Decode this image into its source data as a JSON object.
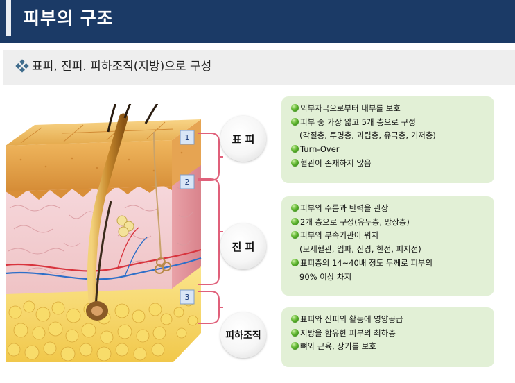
{
  "header": {
    "title": "피부의 구조"
  },
  "subtitle": {
    "text": "표피, 진피. 피하조직(지방)으로 구성"
  },
  "diagram": {
    "markers": [
      "1",
      "2",
      "3"
    ]
  },
  "layers": [
    {
      "name": "표 피",
      "items": [
        {
          "text": "외부자극으로부터 내부를 보호",
          "bullet": true
        },
        {
          "text": "피부 중 가장 얇고 5개 층으로 구성",
          "bullet": true
        },
        {
          "text": "(각질층, 투명층, 과립층, 유극층, 기저층)",
          "bullet": false
        },
        {
          "text": "Turn-Over",
          "bullet": true
        },
        {
          "text": "혈관이 존재하지 않음",
          "bullet": true
        }
      ]
    },
    {
      "name": "진 피",
      "items": [
        {
          "text": "피부의 주름과 탄력을 관장",
          "bullet": true
        },
        {
          "text": "2개 층으로 구성(유두층, 망상층)",
          "bullet": true
        },
        {
          "text": "피부의 부속기관이 위치",
          "bullet": true
        },
        {
          "text": "(모세혈관, 임파, 신경, 한선, 피지선)",
          "bullet": false
        },
        {
          "text": "표피층의 14~40배 정도 두께로 피부의",
          "bullet": true
        },
        {
          "text": "90% 이상 차지",
          "bullet": false
        }
      ]
    },
    {
      "name": "피하조직",
      "items": [
        {
          "text": "표피와 진피의 활동에 영양공급",
          "bullet": true
        },
        {
          "text": "지방을 함유한 피부의 최하층",
          "bullet": true
        },
        {
          "text": "뼈와 근육, 장기를 보호",
          "bullet": true
        }
      ]
    }
  ],
  "colors": {
    "title_bar": "#1b3a66",
    "description_box": "#e2f0d6",
    "bracket": "#e0607a",
    "bullet_green": "#4fa82a"
  }
}
